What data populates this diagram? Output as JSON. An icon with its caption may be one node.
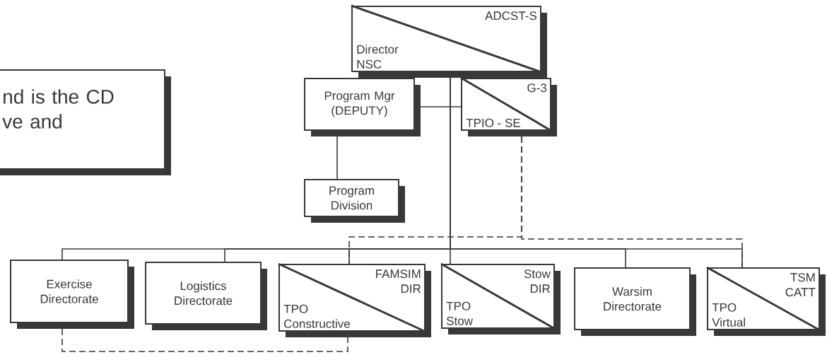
{
  "diagram": {
    "nodes": [
      {
        "text": [
          "nd is the CD ve and"
        ]
      },
      {
        "text": [
          "ADCST-S",
          "Director NSC"
        ]
      },
      {
        "text": [
          "Program Mgr (DEPUTY)"
        ]
      },
      {
        "text": [
          "G-3",
          "TPIO - SE"
        ]
      },
      {
        "text": [
          "Program Division"
        ]
      },
      {
        "text": [
          "Exercise Directorate"
        ]
      },
      {
        "text": [
          "Logistics Directorate"
        ]
      },
      {
        "text": [
          "FAMSIM DIR",
          "TPO Constructive"
        ]
      },
      {
        "text": [
          "Stow DIR",
          "TPO Stow"
        ]
      },
      {
        "text": [
          "Warsim Directorate"
        ]
      },
      {
        "text": [
          "TSM CATT",
          "TPO Virtual"
        ]
      }
    ],
    "edges": [
      {
        "from": 1,
        "to": 2,
        "arrow": "none"
      },
      {
        "from": 1,
        "to": 3,
        "arrow": "none"
      },
      {
        "from": 2,
        "to": 4,
        "arrow": "none"
      },
      {
        "from": 1,
        "to": 5,
        "arrow": "none"
      },
      {
        "from": 1,
        "to": 6,
        "arrow": "none"
      },
      {
        "from": 1,
        "to": 7,
        "arrow": "none"
      },
      {
        "from": 1,
        "to": 8,
        "arrow": "none"
      },
      {
        "from": 1,
        "to": 9,
        "arrow": "none"
      },
      {
        "from": 1,
        "to": 10,
        "arrow": "none"
      },
      {
        "from": 3,
        "to": 7,
        "arrow": "none",
        "style": "dashed"
      },
      {
        "from": 3,
        "to": 10,
        "arrow": "none",
        "style": "dashed"
      },
      {
        "from": 5,
        "to": 7,
        "arrow": "none",
        "style": "dashed"
      }
    ]
  }
}
